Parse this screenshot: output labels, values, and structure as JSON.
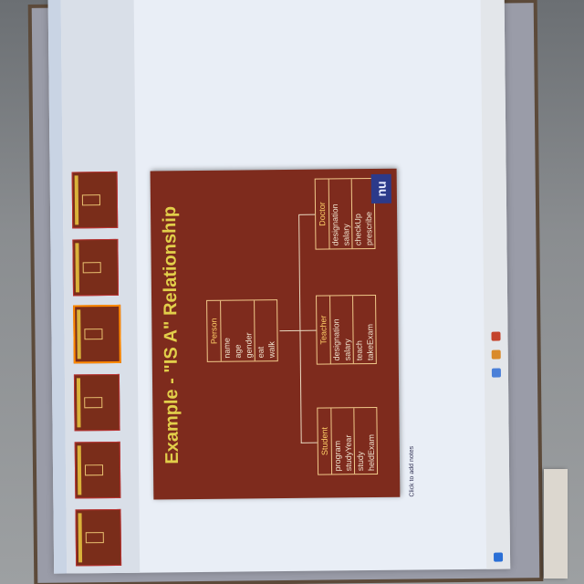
{
  "slide": {
    "title": "Example - \"IS A\" Relationship",
    "logo": "nu"
  },
  "classes": [
    {
      "name": "Person",
      "attributes": [
        "name",
        "age",
        "gender"
      ],
      "methods": [
        "eat",
        "walk"
      ]
    },
    {
      "name": "Student",
      "attributes": [
        "program",
        "studyYear"
      ],
      "methods": [
        "study",
        "heldExam"
      ]
    },
    {
      "name": "Teacher",
      "attributes": [
        "designation",
        "salary"
      ],
      "methods": [
        "teach",
        "takeExam"
      ]
    },
    {
      "name": "Doctor",
      "attributes": [
        "designation",
        "salary"
      ],
      "methods": [
        "checkUp",
        "prescribe"
      ]
    }
  ],
  "notes": {
    "placeholder": "Click to add notes"
  },
  "colors": {
    "slide_bg": "#7e2b1d",
    "title": "#e2cf4a",
    "class_header": "#ffd068",
    "box_border": "#f0c98a"
  }
}
